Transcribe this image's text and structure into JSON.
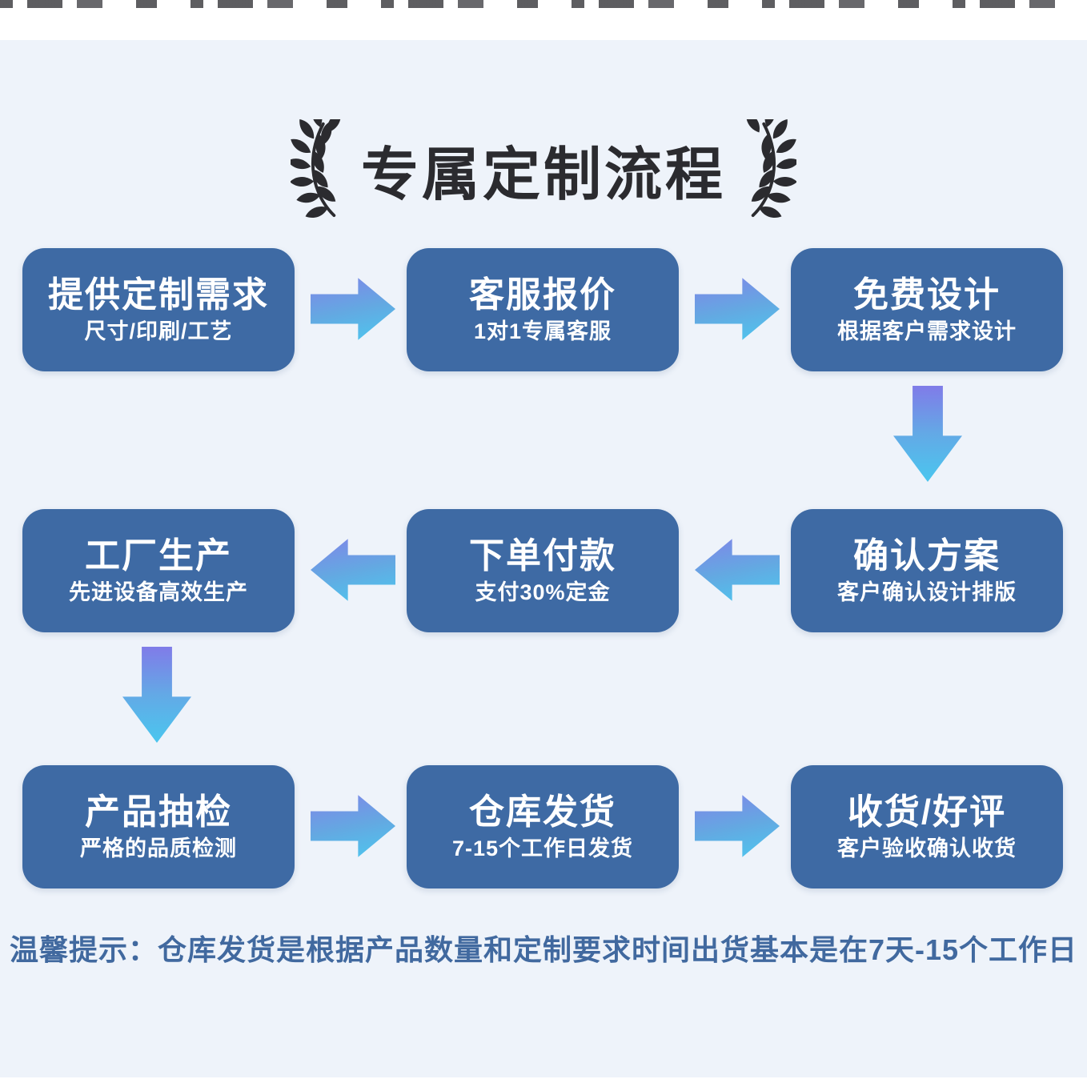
{
  "page": {
    "background": "#ffffff",
    "panel_background": "#eef3fa"
  },
  "title": {
    "text": "专属定制流程",
    "color": "#2b2b2f"
  },
  "steps": [
    {
      "title": "提供定制需求",
      "subtitle": "尺寸/印刷/工艺"
    },
    {
      "title": "客服报价",
      "subtitle": "1对1专属客服"
    },
    {
      "title": "免费设计",
      "subtitle": "根据客户需求设计"
    },
    {
      "title": "工厂生产",
      "subtitle": "先进设备高效生产"
    },
    {
      "title": "下单付款",
      "subtitle": "支付30%定金"
    },
    {
      "title": "确认方案",
      "subtitle": "客户确认设计排版"
    },
    {
      "title": "产品抽检",
      "subtitle": "严格的品质检测"
    },
    {
      "title": "仓库发货",
      "subtitle": "7-15个工作日发货"
    },
    {
      "title": "收货/好评",
      "subtitle": "客户验收确认收货"
    }
  ],
  "note": {
    "text": "温馨提示：仓库发货是根据产品数量和定制要求时间出货基本是在7天-15个工作日",
    "color": "#41699f"
  },
  "colors": {
    "box": "#3e6aa4",
    "box_text": "#ffffff",
    "arrow_gradient_start": "#8085e8",
    "arrow_gradient_end": "#4cc8ef",
    "title": "#2b2b2f"
  }
}
